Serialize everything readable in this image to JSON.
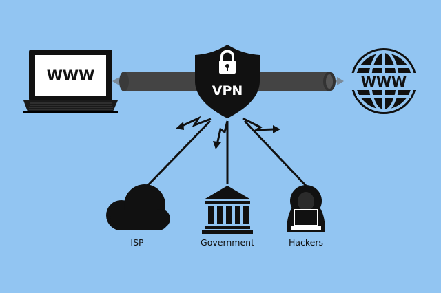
{
  "diagram": {
    "laptop_screen_text": "WWW",
    "shield_text": "VPN",
    "globe_text": "WWW",
    "labels": {
      "isp": "ISP",
      "government": "Government",
      "hackers": "Hackers"
    }
  },
  "colors": {
    "background": "#92c5f2",
    "tunnel": "#444444",
    "tunnel_arrow": "#7a8a99",
    "dark": "#111111",
    "white": "#ffffff"
  },
  "icons": [
    "laptop-icon",
    "vpn-shield-icon",
    "padlock-icon",
    "globe-icon",
    "cloud-icon",
    "bank-building-icon",
    "hacker-icon"
  ]
}
